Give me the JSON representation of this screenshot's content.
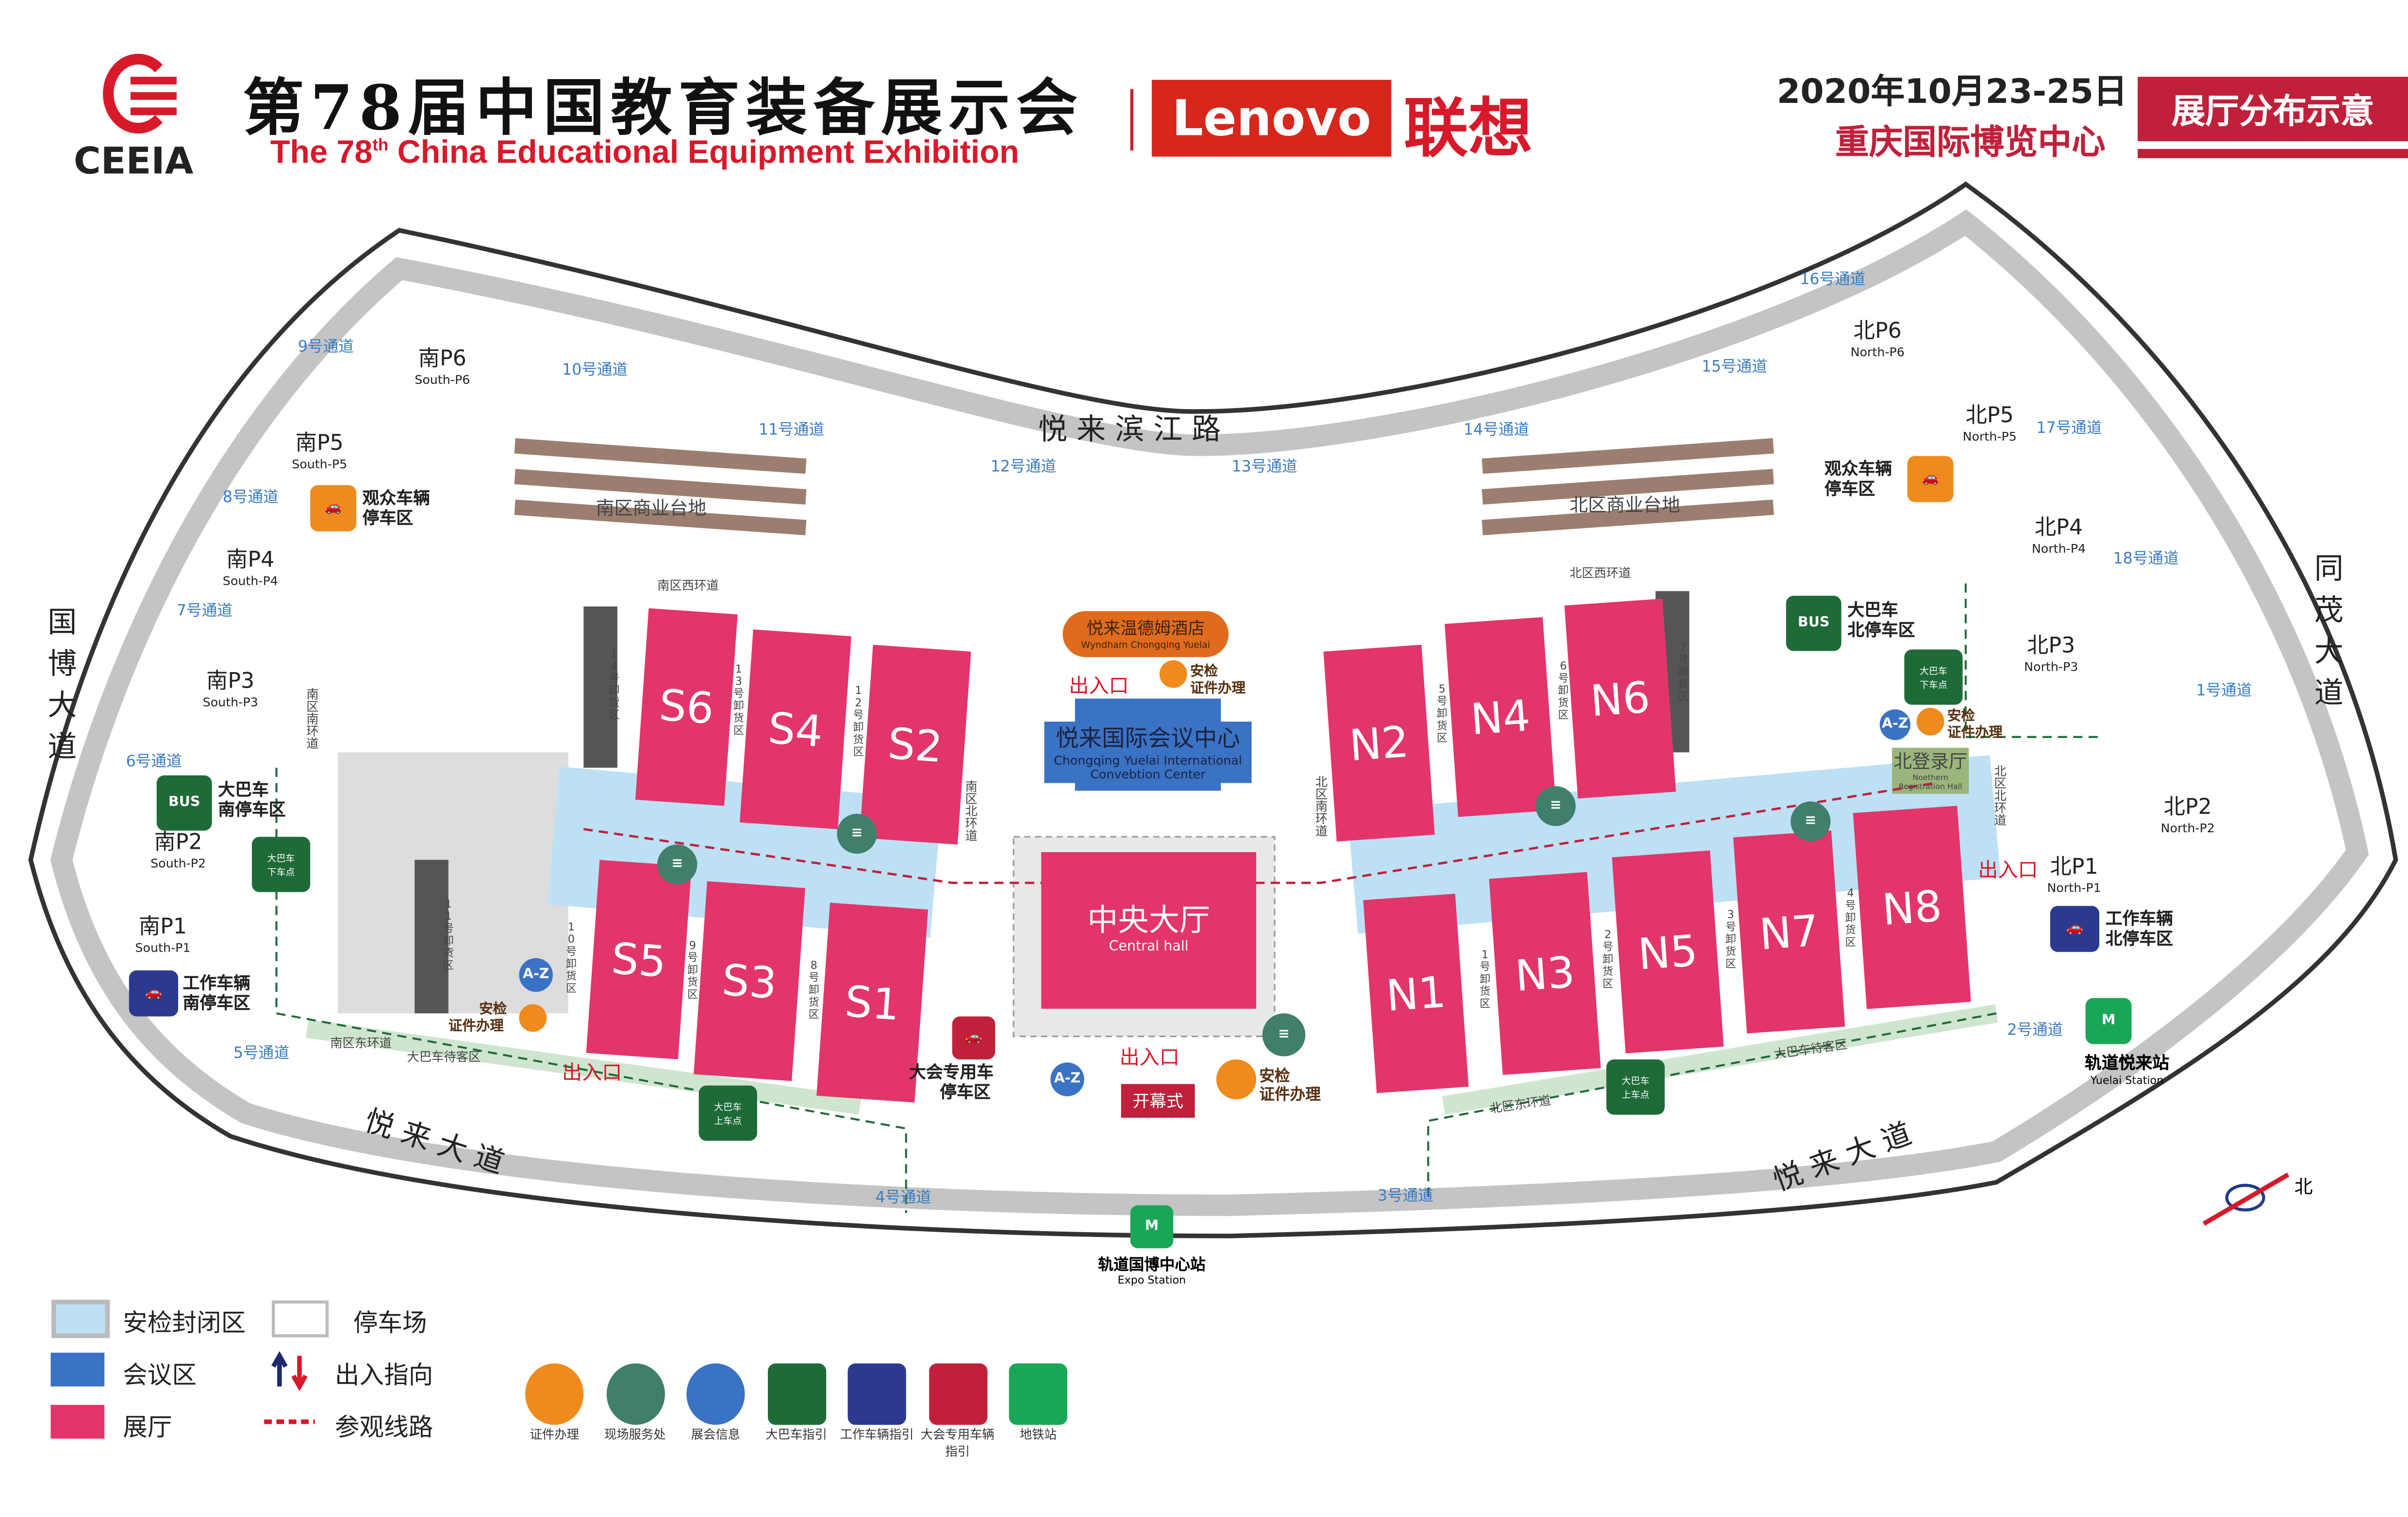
{
  "header": {
    "logo_text": "CEEIA",
    "title_cn": "第78届中国教育装备展示会",
    "title_en_pre": "The 78",
    "title_en_sup": "th",
    "title_en_post": " China Educational Equipment Exhibition",
    "sponsor_en": "Lenovo",
    "sponsor_cn": "联想",
    "date": "2020年10月23-25日",
    "venue": "重庆国际博览中心",
    "badge": "展厅分布示意"
  },
  "roads": {
    "top": "悦来滨江路",
    "bottom_left": "悦来大道",
    "bottom_right": "悦来大道",
    "left": "国博大道",
    "right": "同茂大道"
  },
  "channels": [
    "1号通道",
    "2号通道",
    "3号通道",
    "4号通道",
    "5号通道",
    "6号通道",
    "7号通道",
    "8号通道",
    "9号通道",
    "10号通道",
    "11号通道",
    "12号通道",
    "13号通道",
    "14号通道",
    "15号通道",
    "16号通道",
    "17号通道",
    "18号通道"
  ],
  "parking": [
    {
      "cn": "南P6",
      "en": "South-P6"
    },
    {
      "cn": "南P5",
      "en": "South-P5"
    },
    {
      "cn": "南P4",
      "en": "South-P4"
    },
    {
      "cn": "南P3",
      "en": "South-P3"
    },
    {
      "cn": "南P2",
      "en": "South-P2"
    },
    {
      "cn": "南P1",
      "en": "South-P1"
    },
    {
      "cn": "北P6",
      "en": "North-P6"
    },
    {
      "cn": "北P5",
      "en": "North-P5"
    },
    {
      "cn": "北P4",
      "en": "North-P4"
    },
    {
      "cn": "北P3",
      "en": "North-P3"
    },
    {
      "cn": "北P2",
      "en": "North-P2"
    },
    {
      "cn": "北P1",
      "en": "North-P1"
    }
  ],
  "halls": [
    "S6",
    "S4",
    "S2",
    "S5",
    "S3",
    "S1",
    "N2",
    "N4",
    "N6",
    "N1",
    "N3",
    "N5",
    "N7",
    "N8"
  ],
  "unloading": [
    "14号卸货区",
    "13号卸货区",
    "12号卸货区",
    "11号卸货区",
    "10号卸货区",
    "9号卸货区",
    "8号卸货区",
    "5号卸货区",
    "6号卸货区",
    "7号卸货区",
    "1号卸货区",
    "2号卸货区",
    "3号卸货区",
    "4号卸货区"
  ],
  "areas": {
    "south_commercial": "南区商业台地",
    "north_commercial": "北区商业台地",
    "south_west_ring": "南区西环道",
    "north_west_ring": "北区西环道",
    "south_south_ring": "南区南环道",
    "south_north_ring": "南区北环道",
    "north_south_ring": "北区南环道",
    "north_north_ring": "北区北环道",
    "south_east_ring": "南区东环道",
    "north_east_ring": "北区东环道",
    "bus_wait_s": "大巴车待客区",
    "bus_wait_n": "大巴车待客区"
  },
  "hotel": {
    "cn": "悦来温德姆酒店",
    "en": "Wyndham Chongqing Yuelai"
  },
  "convention": {
    "cn": "悦来国际会议中心",
    "en1": "Chongqing Yuelai International",
    "en2": "Convebtion Center"
  },
  "central": {
    "cn": "中央大厅",
    "en": "Central hall"
  },
  "north_reg": {
    "cn": "北登录厅",
    "en1": "Noethern",
    "en2": "Registration Hall"
  },
  "opening": "开幕式",
  "entrance": "出入口",
  "security": [
    "安检",
    "证件办理"
  ],
  "callouts": {
    "visitor_parking": [
      "观众车辆",
      "停车区"
    ],
    "bus_south": [
      "大巴车",
      "南停车区"
    ],
    "bus_north": [
      "大巴车",
      "北停车区"
    ],
    "work_south": [
      "工作车辆",
      "南停车区"
    ],
    "work_north": [
      "工作车辆",
      "北停车区"
    ],
    "official": [
      "大会专用车",
      "停车区"
    ],
    "bus_drop": [
      "大巴车",
      "下车点"
    ],
    "bus_pick": [
      "大巴车",
      "上车点"
    ],
    "metro_expo": {
      "cn": "轨道国博中心站",
      "en": "Expo Station"
    },
    "metro_yuelai": {
      "cn": "轨道悦来站",
      "en": "Yuelai Station"
    }
  },
  "compass": "北",
  "legend": {
    "items": [
      "安检封闭区",
      "停车场",
      "会议区",
      "出入指向",
      "展厅",
      "参观线路"
    ],
    "icons": [
      "证件办理",
      "现场服务处",
      "展会信息",
      "大巴车指引",
      "工作车辆指引",
      "大会专用车辆指引",
      "地铁站"
    ]
  },
  "colors": {
    "hall": "#e2356a",
    "security": "#bde0f5",
    "meeting": "#3a72c4",
    "road": "#c4c4c4",
    "brand_red": "#d7192a",
    "bus_green": "#1e6b38",
    "work_blue": "#2b3a8f",
    "orange": "#ef8a1c",
    "metro": "#1aa657"
  }
}
